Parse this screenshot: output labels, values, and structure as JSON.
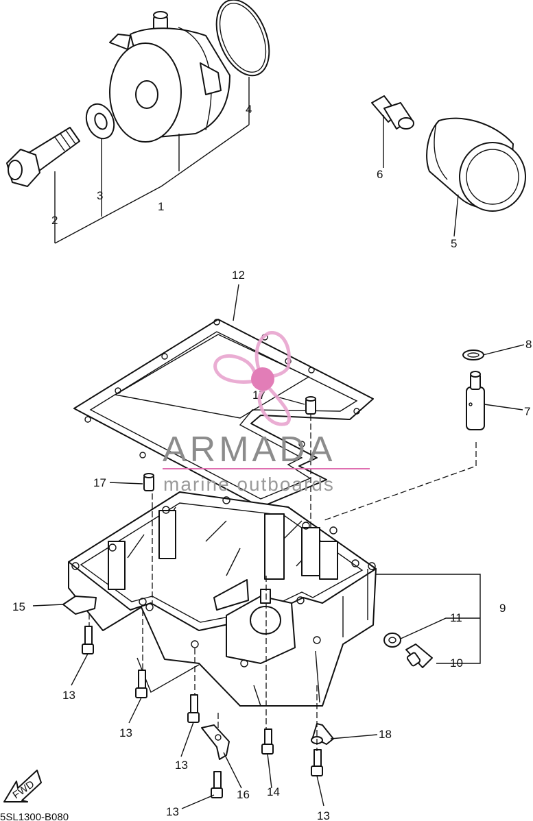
{
  "diagram": {
    "code": "5SL1300-B080",
    "fwd_label": "FWD",
    "callouts": [
      "1",
      "2",
      "3",
      "4",
      "5",
      "6",
      "7",
      "8",
      "9",
      "10",
      "11",
      "12",
      "13",
      "14",
      "15",
      "16",
      "17",
      "18"
    ]
  },
  "watermark": {
    "title": "ARMADA",
    "subtitle": "marine outboards",
    "logo_color": "#e8a5cf",
    "hub_color": "#df6fb0",
    "text_color": "#8c8c8c"
  }
}
